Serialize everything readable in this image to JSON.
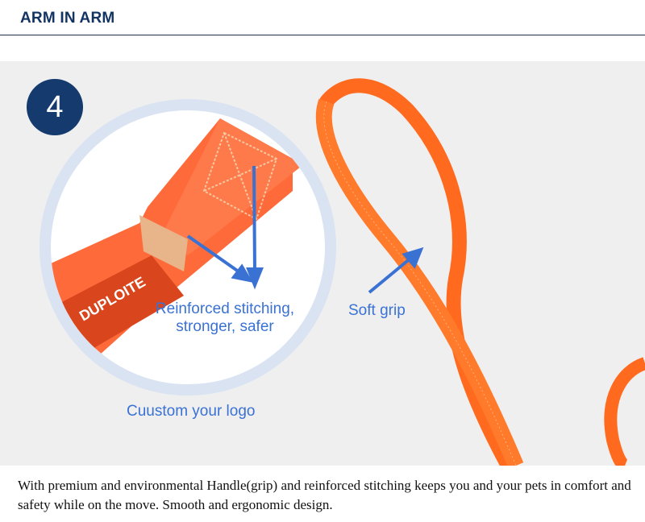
{
  "header": {
    "brand": "ARM IN ARM"
  },
  "feature": {
    "step_number": "4",
    "labels": {
      "stitching_line1": "Reinforced stitching,",
      "stitching_line2": "stronger, safer",
      "grip": "Soft grip",
      "logo": "Cuustom your logo"
    },
    "colors": {
      "leash_orange": "#ff6a2a",
      "badge_navy": "#143a6e",
      "annotation_blue": "#3a72d4",
      "ring": "#d9e3f2"
    }
  },
  "caption": {
    "text": "With premium and environmental Handle(grip) and reinforced stitching keeps you and your pets in comfort and safety while on the move. Smooth and ergonomic design."
  }
}
